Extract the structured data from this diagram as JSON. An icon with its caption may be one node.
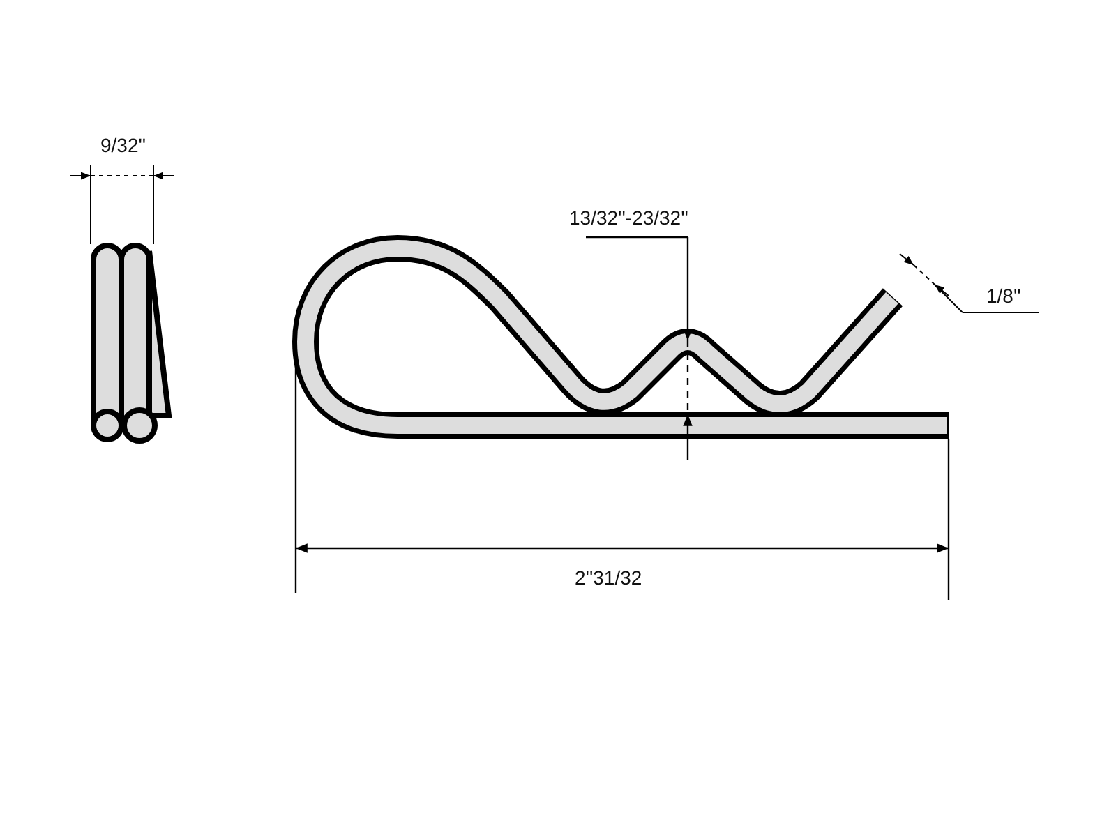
{
  "diagram": {
    "labels": [
      "9/32''",
      "13/32''-23/32''",
      "1/8''",
      "2''31/32"
    ]
  }
}
